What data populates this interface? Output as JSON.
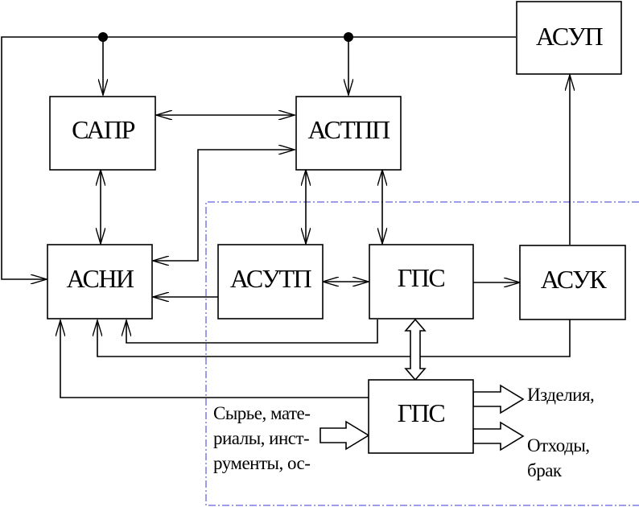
{
  "blocks": {
    "asup": "АСУП",
    "sapr": "САПР",
    "astpp": "АСТПП",
    "asni": "АСНИ",
    "asutp": "АСУТП",
    "gps_top": "ГПС",
    "asuk": "АСУК",
    "gps_bottom": "ГПС"
  },
  "input_text": [
    "Сырье, мате-",
    "риалы, инст-",
    "рументы, ос-"
  ],
  "output_products": "Изделия,",
  "output_waste": [
    "Отходы,",
    "брак"
  ],
  "colors": {
    "stroke": "#000000",
    "dashed_region": "#3a3ad0"
  }
}
